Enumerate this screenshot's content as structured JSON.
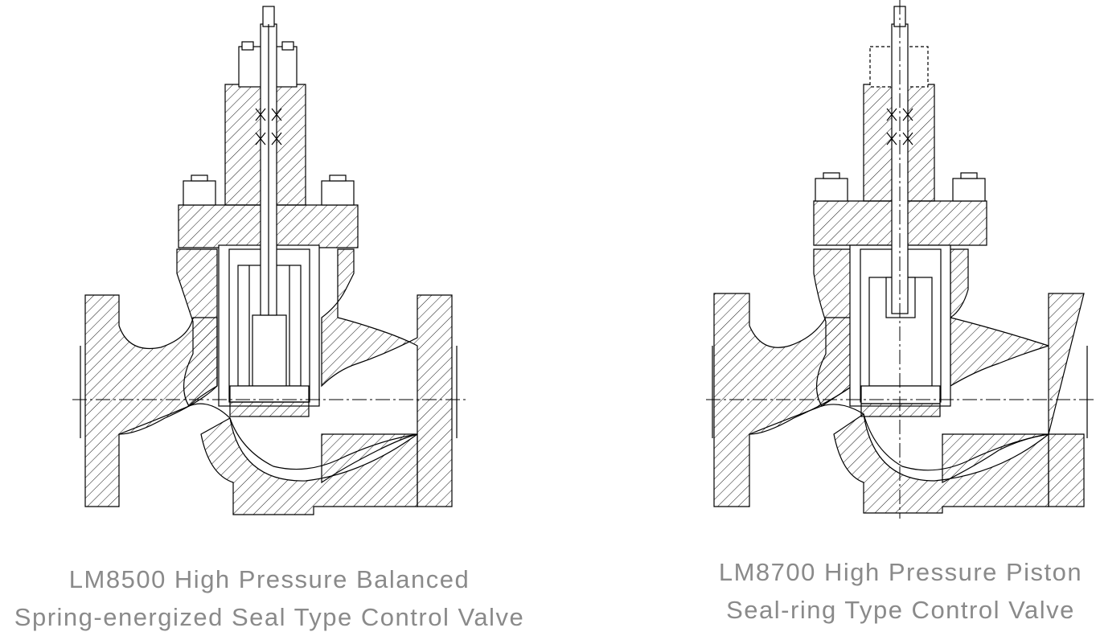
{
  "diagrams": [
    {
      "model": "LM8500",
      "caption_line1": "LM8500 High Pressure Balanced",
      "caption_line2": "Spring-energized Seal Type Control Valve"
    },
    {
      "model": "LM8700",
      "caption_line1": "LM8700 High Pressure Piston",
      "caption_line2": "Seal-ring Type Control Valve"
    }
  ],
  "colors": {
    "line": "#000000",
    "caption": "#8a8a8a",
    "background": "#ffffff"
  }
}
